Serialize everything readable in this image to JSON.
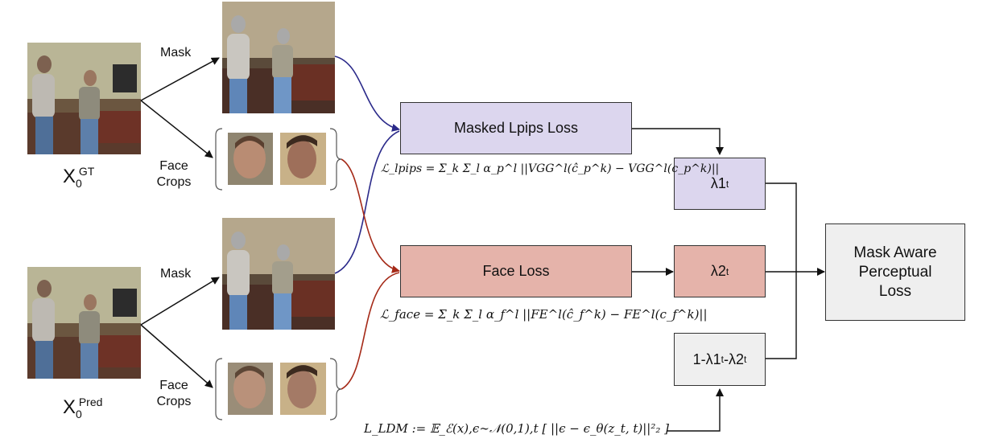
{
  "inputs": {
    "gt_base": "X",
    "gt_sub": "0",
    "gt_sup": "GT",
    "pred_base": "X",
    "pred_sub": "0",
    "pred_sup": "Pred"
  },
  "branches": {
    "mask_label": "Mask",
    "face_crops_line1": "Face",
    "face_crops_line2": "Crops"
  },
  "boxes": {
    "masked_lpips": "Masked Lpips Loss",
    "face_loss": "Face Loss",
    "lambda1_base": "λ1",
    "lambda1_sub": "t",
    "lambda2_base": "λ2",
    "lambda2_sub": "t",
    "lambda3_part1": "1-λ1",
    "lambda3_sub1": "t",
    "lambda3_part2": "-λ2",
    "lambda3_sub2": "t",
    "output_line1": "Mask Aware",
    "output_line2": "Perceptual",
    "output_line3": "Loss"
  },
  "formulas": {
    "lpips": "ℒ_lpips = Σ_k Σ_l α_p^l ||VGG^l(ĉ_p^k) − VGG^l(c_p^k)||",
    "face": "ℒ_face = Σ_k Σ_l α_f^l ||FE^l(ĉ_f^k) − FE^l(c_f^k)||",
    "ldm": "L_LDM := 𝔼_ℰ(x),ϵ∼𝒩(0,1),t [ ||ϵ − ϵ_θ(z_t, t)||²₂ ]"
  },
  "colors": {
    "purple_box": "#dcd6ee",
    "pink_box": "#e5b3aa",
    "gray_box": "#efefef",
    "blue_arrow": "#2b2a8a",
    "red_arrow": "#a52a18"
  }
}
